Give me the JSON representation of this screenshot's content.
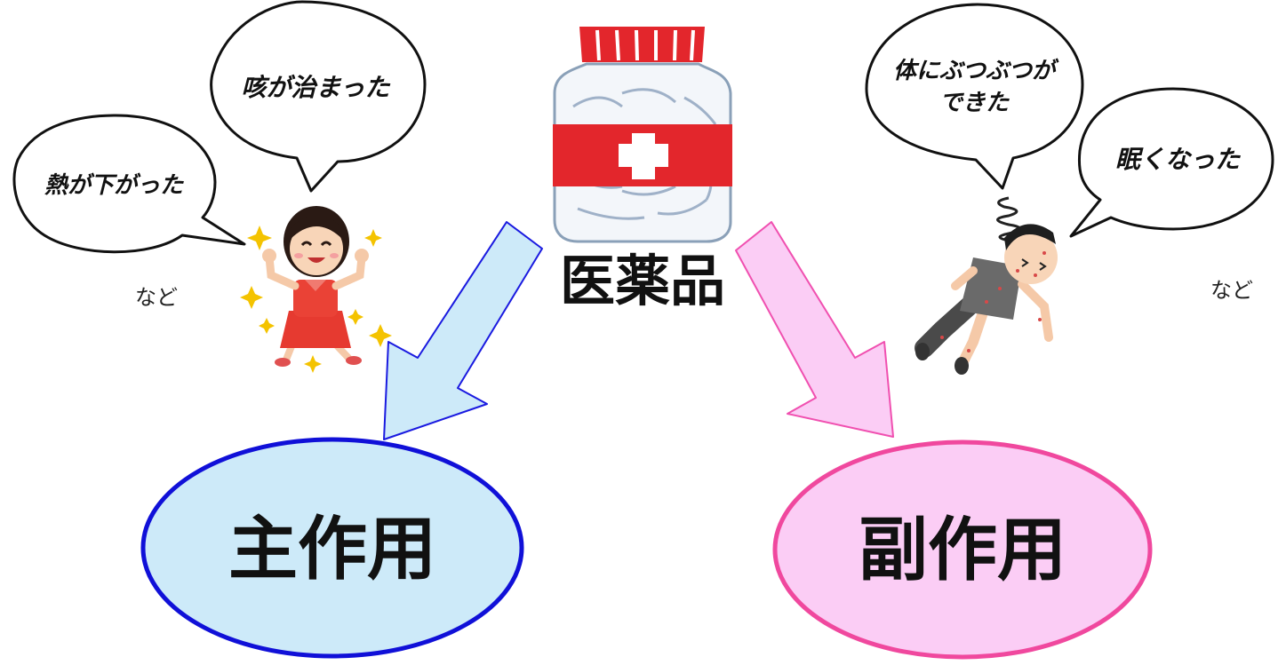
{
  "medicine": {
    "label": "医薬品",
    "icon": "medicine-bottle-icon"
  },
  "main_effect": {
    "label": "主作用",
    "fill": "#cdeaf9",
    "stroke": "#1010d8",
    "bubbles": [
      "咳が治まった",
      "熱が下がった"
    ],
    "etc": "など",
    "icon": "happy-girl-icon"
  },
  "side_effect": {
    "label": "副作用",
    "fill": "#fbcdf5",
    "stroke": "#f0489e",
    "bubbles": [
      "体にぶつぶつが",
      "できた",
      "眠くなった"
    ],
    "etc": "など",
    "icon": "sick-boy-icon"
  },
  "colors": {
    "arrow_main_fill": "#cdeaf9",
    "arrow_main_stroke": "#1a1ae0",
    "arrow_side_fill": "#fbcdf5",
    "arrow_side_stroke": "#f050b0",
    "bottle_red": "#e3262c"
  }
}
